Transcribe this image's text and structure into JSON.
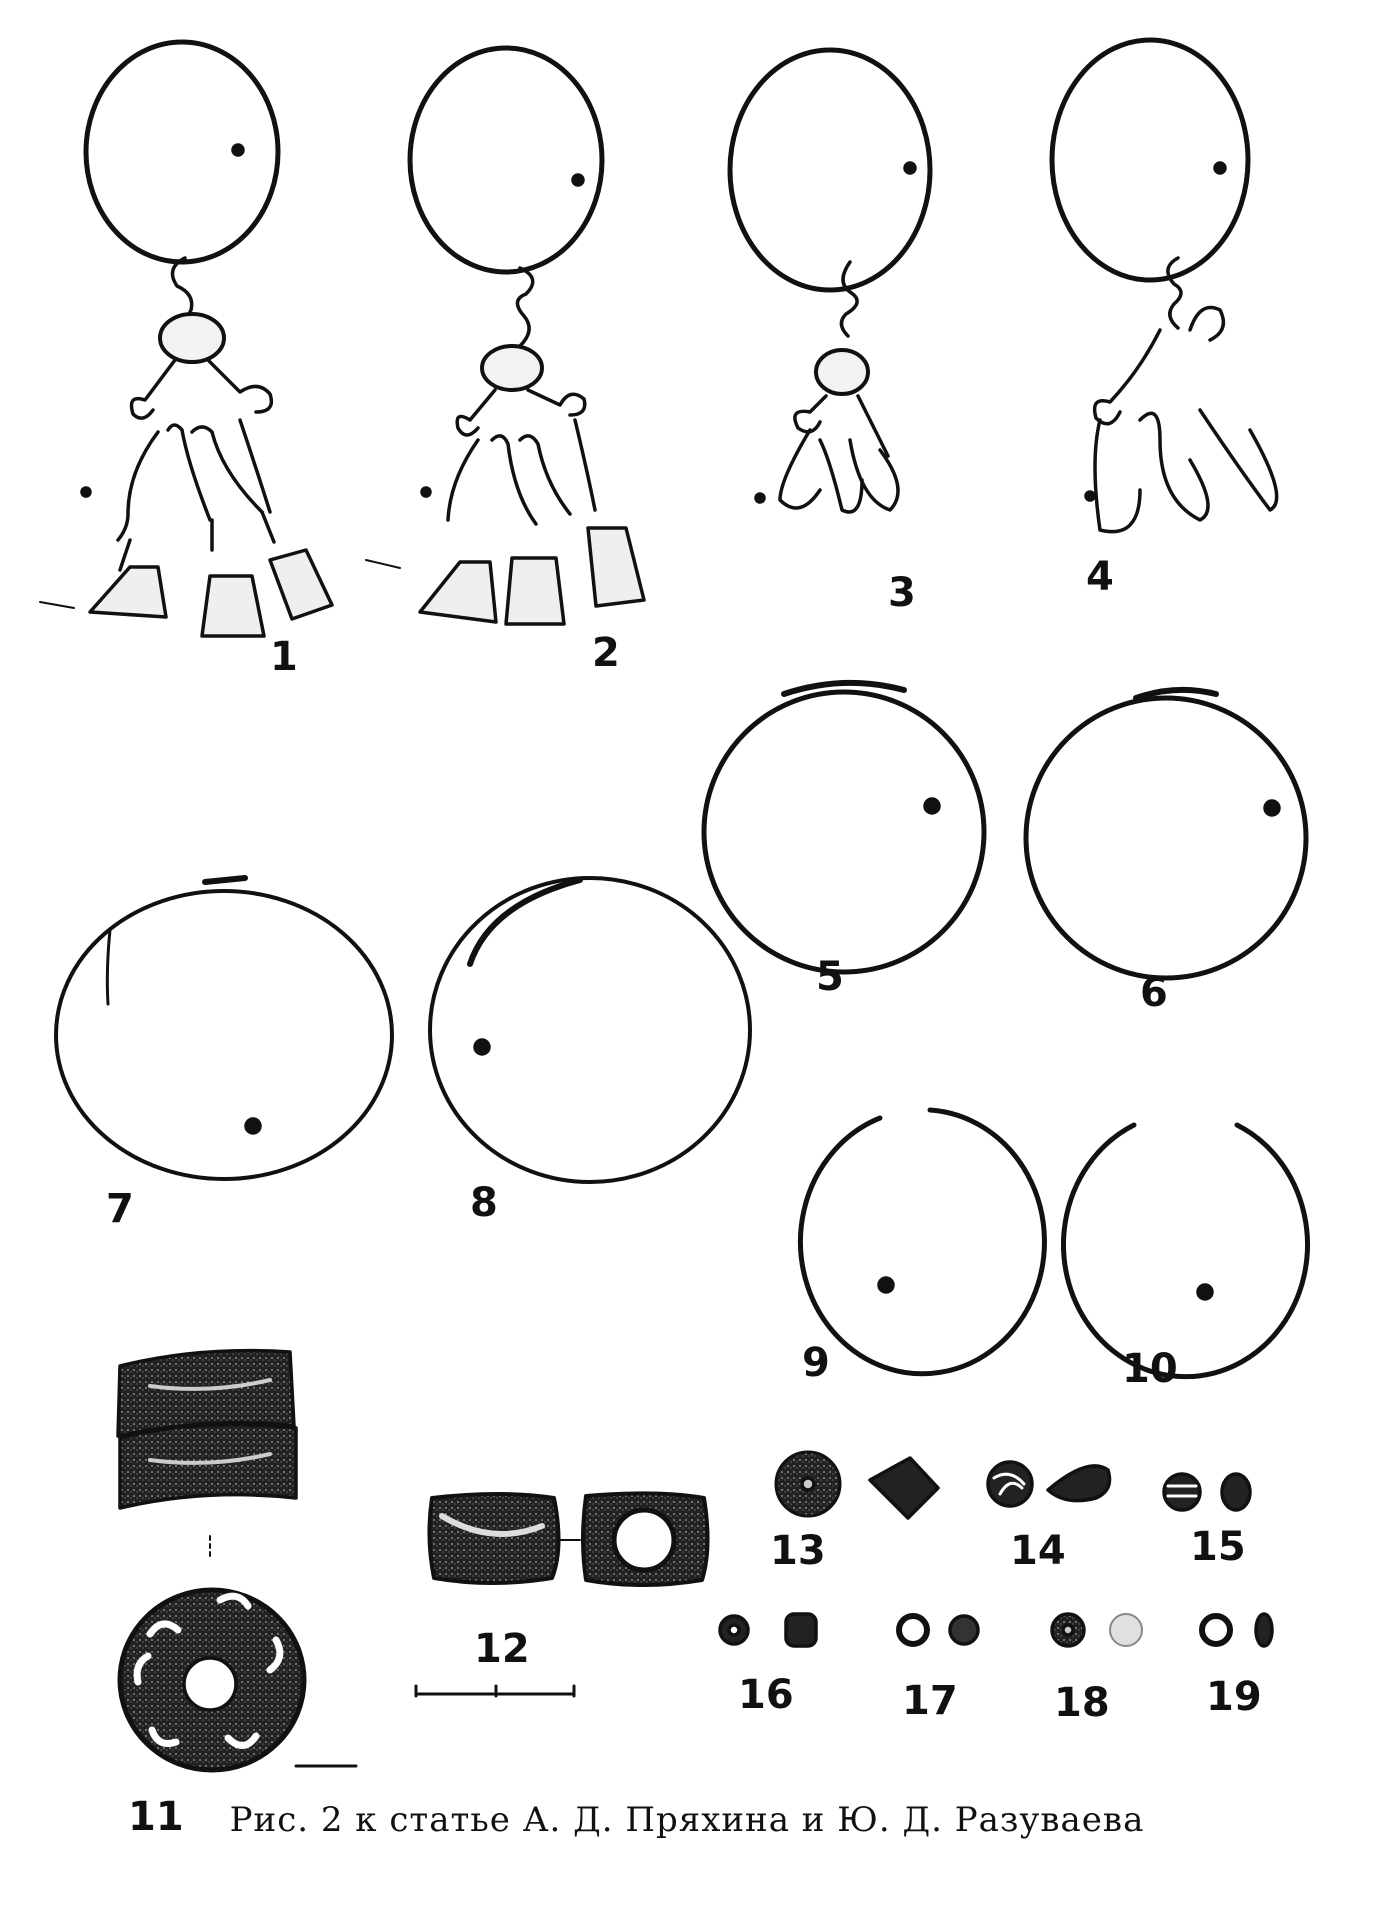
{
  "caption": "Рис. 2 к статье А. Д. Пряхина и Ю. Д. Разуваева",
  "figure_numbers": [
    "1",
    "2",
    "3",
    "4",
    "5",
    "6",
    "7",
    "8",
    "9",
    "10",
    "11",
    "12",
    "13",
    "14",
    "15",
    "16",
    "17",
    "18",
    "19"
  ],
  "ink_color": "#111111"
}
